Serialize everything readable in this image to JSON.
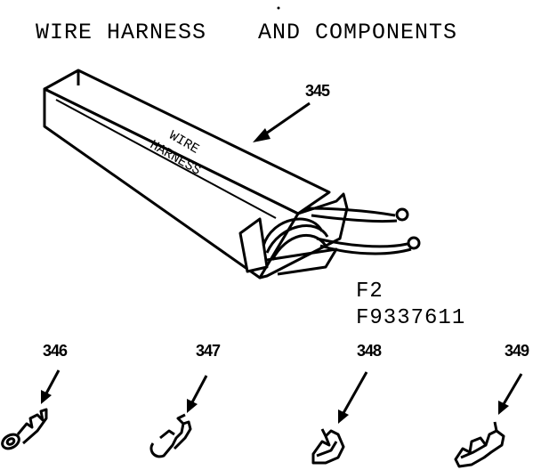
{
  "title": {
    "left": "WIRE HARNESS",
    "right": "AND COMPONENTS"
  },
  "box_label": {
    "line1": "WIRE",
    "line2": "HARNESS"
  },
  "callouts": {
    "harness": "345",
    "terminal_a": "346",
    "terminal_b": "347",
    "terminal_c": "348",
    "terminal_d": "349"
  },
  "codes": {
    "line1": "F2",
    "line2": "F9337611"
  }
}
